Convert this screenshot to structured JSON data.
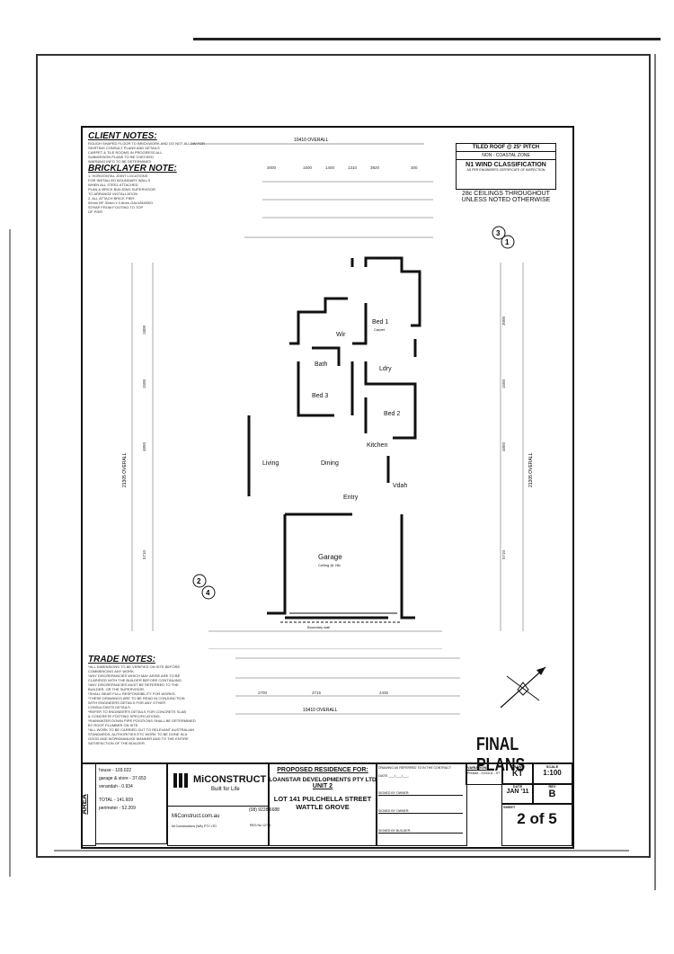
{
  "client_notes": {
    "title": "CLIENT NOTES:",
    "lines": [
      "ROUGH SHAPED FLOOR TO BRICKWORK AND DO NOT ALLOW FOR",
      "SKIRTING CONSULT PLANS AND DETAILS",
      "CARPET & TILE ROOMS IN PROGRESS ALL",
      "SUBMISSION PLANS TO BE CHECKED",
      "WARNING INFO TO BE DETERMINED"
    ]
  },
  "bricklayer_notes": {
    "title": "BRICKLAYER NOTE:",
    "lines": [
      "1. HORIZONTAL JOINT LOCATIONS",
      "FOR INSTALLED BOUNDARY WALLS",
      "WHEN ALL STEEL ATTACHED",
      "PLAN & BRICK BUILDING SUPERVISOR",
      "TO ARRANGE INSTALLATION",
      "2. ALL ATTACH BRICK PIER",
      "50mm BF 30mm x 0.8mm GALVANISED",
      "STRAP FROM FOOTING TO TOP",
      "OF PIER"
    ]
  },
  "roof_box": {
    "line1": "TILED ROOF @ 25° PITCH",
    "line2": "NON - COASTAL ZONE",
    "line3": "N1 WIND CLASSIFICATION",
    "line4": "AS PER ENGINEER'S CERTIFICATE OF INSPECTION"
  },
  "ceiling_note": {
    "line1": "28c CEILINGS THROUGHOUT",
    "line2": "UNLESS NOTED OTHERWISE"
  },
  "section_markers": {
    "top_a": "3",
    "top_b": "1",
    "left_a": "2",
    "left_b": "4"
  },
  "rooms": {
    "bed1": "Bed 1",
    "bed1_sub": "Carpet",
    "wir": "Wir",
    "bath": "Bath",
    "ldry": "Ldry",
    "bed3": "Bed 3",
    "bed2": "Bed 2",
    "kitchen": "Kitchen",
    "living": "Living",
    "dining": "Dining",
    "entry": "Entry",
    "vdah": "Vdah",
    "garage": "Garage",
    "garage_sub": "Ceiling @ 28c"
  },
  "dimensions": {
    "top_overall": "10410 OVERALL",
    "bottom_overall": "10410 OVERALL",
    "left_overall": "21305 OVERALL",
    "right_overall": "21305 OVERALL",
    "top_row": [
      "3000",
      "1500",
      "1400",
      "1310",
      "3920",
      "300"
    ],
    "bottom_row": [
      "2700",
      "3715",
      "2435"
    ],
    "left_col": [
      "1800",
      "1500",
      "4850",
      "5710"
    ],
    "right_col": [
      "3000",
      "1550",
      "4850",
      "5710"
    ],
    "boundary": "Boundary wall"
  },
  "trade_notes": {
    "title": "TRADE NOTES:",
    "lines": [
      "*ALL DIMENSIONS TO BE VERIFIED ON SITE BEFORE",
      "COMMENCING ANY WORK.",
      "*ANY DISCREPANCIES WHICH MAY ARISE ARE TO BE",
      "CLARIFIED WITH THE BUILDER BEFORE CONTINUING.",
      "*ANY DISCREPANCIES MUST BE REFERRED TO THE",
      "BUILDER, OR THE SUPERVISOR.",
      "*SHALL BEAR FULL RESPONSIBILITY FOR WORKS.",
      "*THESE DRAWINGS ARE TO BE READ IN CONJUNCTION",
      "WITH ENGINEERS DETAILS FOR ANY OTHER",
      "CONSULTANTS DETAILS.",
      "*REFER TO ENGINEER'S DETAILS FOR CONCRETE SLAB",
      "& CONCRETE FOOTING SPECIFICATIONS.",
      "*RAINWATER DOWN PIPE POSITIONS SHALL BE DETERMINED",
      "BY ROOF PLUMBER ON SITE.",
      "*ALL WORK TO BE CARRIED OUT TO RELEVANT AUSTRALIAN",
      "STANDARDS, AUTHORITIES ETC WORK TO BE DONE IN A",
      "GOOD AND WORKMANLIKE MANNER AND TO THE ENTIRE",
      "SATISFACTION OF THE BUILDER."
    ]
  },
  "final_plans": "FINAL PLANS",
  "area": {
    "label": "AREA",
    "house": "house - 103.022",
    "garage": "garage & store - 37.653",
    "verandah": "verandah - 0.934",
    "total": "TOTAL - 141.609",
    "perimeter": "perimeter - 52.209"
  },
  "company": {
    "name": "MiCONSTRUCT",
    "tagline": "Built for Life",
    "website": "MiConstruct.com.au",
    "phone": "(08) 9228 6688",
    "abn": "Mi Constructions (WA) PTY LTD",
    "reg": "REG No 12781"
  },
  "project": {
    "heading": "PROPOSED RESIDENCE FOR:",
    "client": "LOANSTAR DEVELOPMENTS PTY LTD",
    "unit": "UNIT 2",
    "address": "LOT 141 PULCHELLA STREET",
    "suburb": "WATTLE GROVE"
  },
  "signoff": {
    "drawing_note": "DRAWING AS REFERRED TO IN THE CONTRACT",
    "date": "DATE ___/___/___",
    "signed_owner1": "SIGNED BY OWNER:",
    "signed_owner2": "SIGNED BY OWNER:",
    "signed_builder": "SIGNED BY BUILDER:"
  },
  "title_block": {
    "variation_label": "VARIATION",
    "variation_value": "Prestart - 21/04/11 - ST",
    "drawn_label": "DRAWN",
    "drawn_value": "KT",
    "scale_label": "SCALE",
    "scale_value": "1:100",
    "date_label": "DATE",
    "date_value": "JAN '11",
    "rev_label": "REV",
    "rev_value": "B",
    "sheet_label": "SHEET",
    "sheet_value": "2 of 5"
  }
}
